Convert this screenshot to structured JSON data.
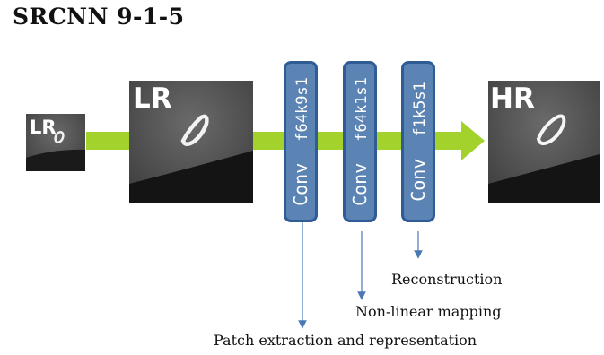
{
  "title": "SRCNN 9-1-5",
  "images": {
    "lr_small_label": "LR",
    "lr_large_label": "LR",
    "hr_label": "HR"
  },
  "layers": [
    {
      "op": "Conv",
      "spec": "f64k9s1"
    },
    {
      "op": "Conv",
      "spec": "f64k1s1"
    },
    {
      "op": "Conv",
      "spec": "f1k5s1"
    }
  ],
  "stages": [
    {
      "label": "Patch extraction and representation"
    },
    {
      "label": "Non-linear mapping"
    },
    {
      "label": "Reconstruction"
    }
  ],
  "colors": {
    "arrow": "#a4d22c",
    "conv_fill": "#5b84b5",
    "conv_border": "#305c95",
    "pointer": "#4a78b5"
  }
}
